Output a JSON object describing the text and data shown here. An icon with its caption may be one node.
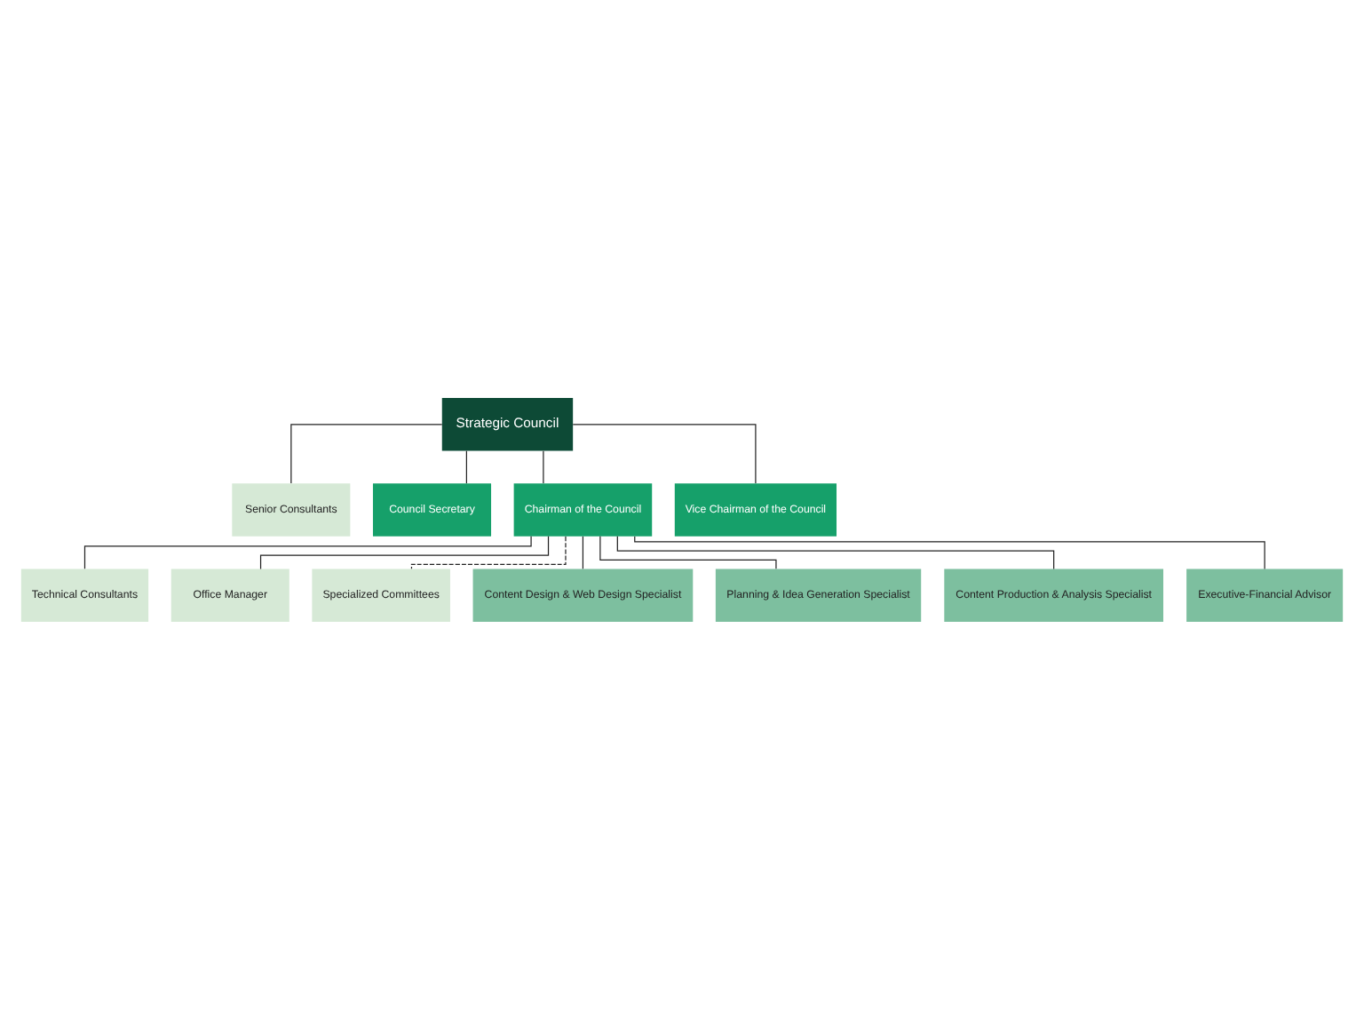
{
  "diagram": {
    "nodes": [
      {
        "text": [
          "Strategic Council"
        ]
      },
      {
        "text": [
          "Senior Consultants"
        ]
      },
      {
        "text": [
          "Council Secretary"
        ]
      },
      {
        "text": [
          "Chairman of the Council"
        ]
      },
      {
        "text": [
          "Vice Chairman of the Council"
        ]
      },
      {
        "text": [
          "Technical Consultants"
        ]
      },
      {
        "text": [
          "Office Manager"
        ]
      },
      {
        "text": [
          "Specialized Committees"
        ]
      },
      {
        "text": [
          "Content Design & Web Design Specialist"
        ]
      },
      {
        "text": [
          "Planning & Idea Generation Specialist"
        ]
      },
      {
        "text": [
          "Content Production & Analysis Specialist"
        ]
      },
      {
        "text": [
          "Executive-Financial Advisor"
        ]
      }
    ],
    "edges": [
      {
        "from": 0,
        "to": 1,
        "arrow": "none"
      },
      {
        "from": 0,
        "to": 2,
        "arrow": "none"
      },
      {
        "from": 0,
        "to": 3,
        "arrow": "none"
      },
      {
        "from": 0,
        "to": 4,
        "arrow": "none"
      },
      {
        "from": 3,
        "to": 5,
        "arrow": "none"
      },
      {
        "from": 3,
        "to": 6,
        "arrow": "none"
      },
      {
        "from": 3,
        "to": 7,
        "arrow": "none",
        "style": "dashed"
      },
      {
        "from": 3,
        "to": 8,
        "arrow": "none"
      },
      {
        "from": 3,
        "to": 9,
        "arrow": "none"
      },
      {
        "from": 3,
        "to": 10,
        "arrow": "none"
      },
      {
        "from": 3,
        "to": 11,
        "arrow": "none"
      }
    ]
  }
}
